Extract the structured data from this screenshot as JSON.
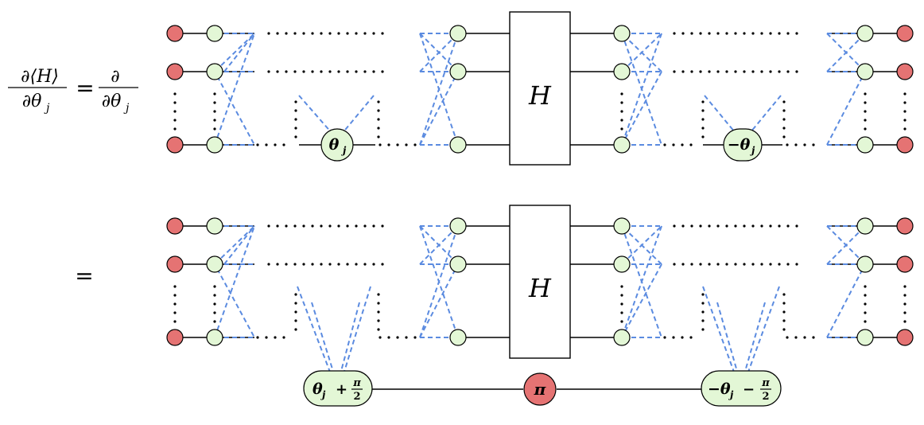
{
  "equation": {
    "lhs_numerator": "∂⟨H⟩",
    "lhs_denominator": "∂θ",
    "lhs_denominator_sub": "j",
    "equals": "=",
    "op_numerator": "∂",
    "op_denominator": "∂θ",
    "op_denominator_sub": "j",
    "second_equals": "="
  },
  "top_circuit": {
    "hamiltonian_label": "H",
    "gate_left_symbol": "θ",
    "gate_left_sub": "j",
    "gate_right_symbol": "−θ",
    "gate_right_sub": "j"
  },
  "bottom_circuit": {
    "hamiltonian_label": "H",
    "gate_left_symbol": "θ",
    "gate_left_sub": "j",
    "gate_left_suffix": "+",
    "gate_left_frac_num": "π",
    "gate_left_frac_den": "2",
    "gate_mid_label": "π",
    "gate_right_symbol": "−θ",
    "gate_right_sub": "j",
    "gate_right_suffix": "−",
    "gate_right_frac_num": "π",
    "gate_right_frac_den": "2"
  },
  "colors": {
    "red_node": "#e57373",
    "green_node": "#e3f7d6",
    "dashed_link": "#5b8be0"
  }
}
